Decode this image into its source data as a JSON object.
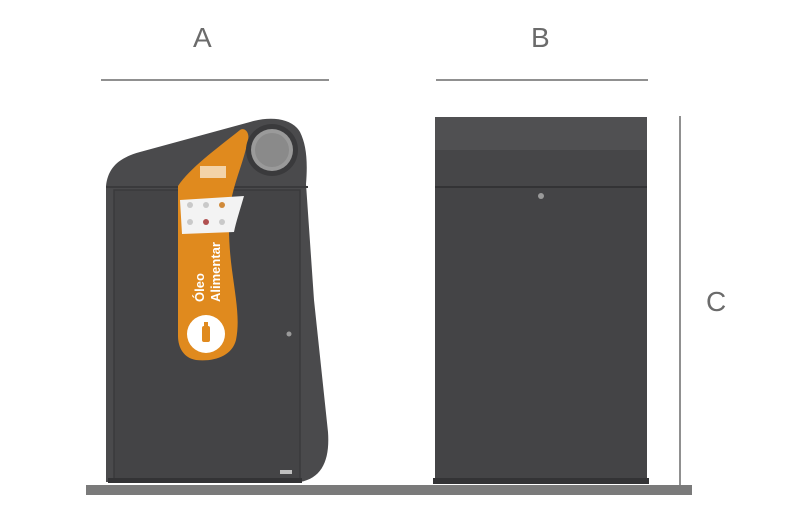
{
  "dimensions": {
    "a": "A",
    "b": "B",
    "c": "C"
  },
  "container": {
    "product_text_line1": "Óleo",
    "product_text_line2": "Alimentar",
    "colors": {
      "body": "#4a4a4c",
      "body_dark": "#3a3a3c",
      "accent": "#e08a1e",
      "ground": "#7a7a7a",
      "dimension_line": "#6b6b6b"
    }
  }
}
